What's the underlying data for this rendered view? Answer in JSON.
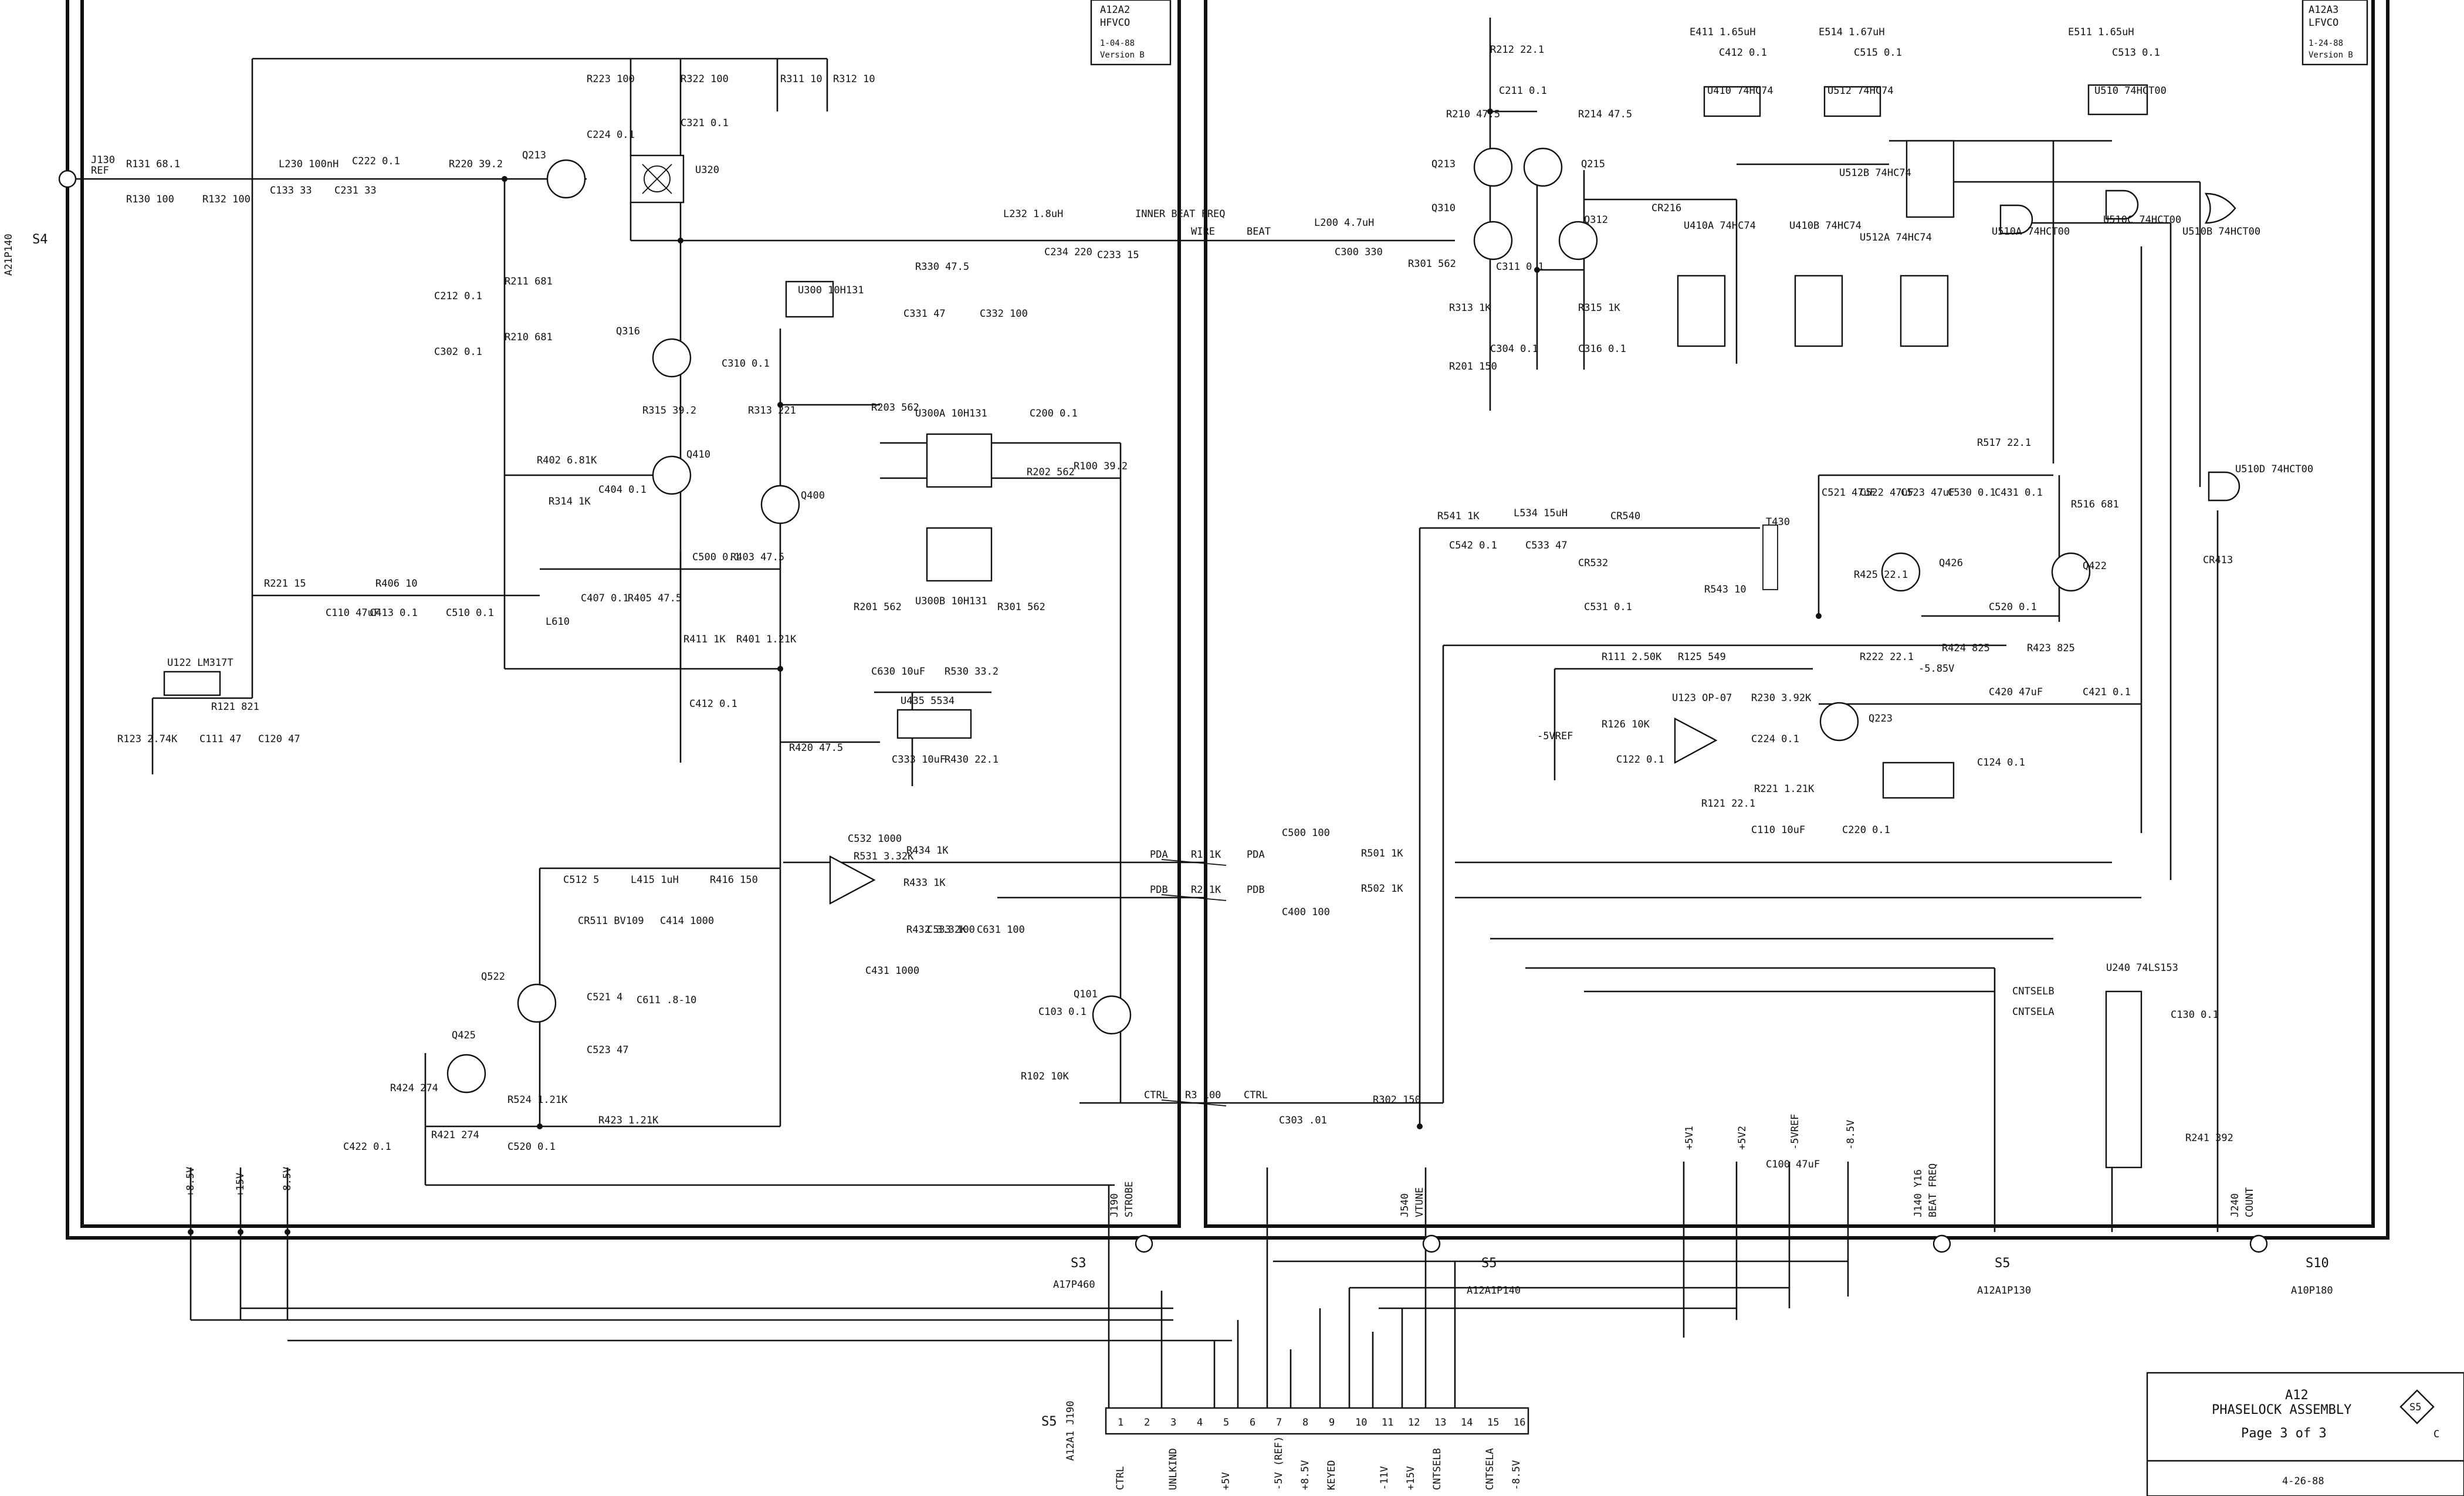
{
  "boards": {
    "left": {
      "name": "A12A2",
      "func": "HFVCO",
      "date": "1-04-88",
      "version": "Version B"
    },
    "right": {
      "name": "A12A3",
      "func": "LFVCO",
      "date": "1-24-88",
      "version": "Version B"
    }
  },
  "title_block": {
    "assembly": "A12",
    "name": "PHASELOCK ASSEMBLY",
    "page": "Page 3 of 3",
    "sheet_tag": "S5",
    "sheet_letter": "C",
    "date": "4-26-88"
  },
  "connectors": {
    "j130": {
      "ref": "J130",
      "name": "REF",
      "plug": "A21P140",
      "tag": "S4"
    },
    "j190": {
      "ref": "J190",
      "name": "STROBE",
      "plug": "A17P460",
      "tag": "S3"
    },
    "j540": {
      "ref": "J540",
      "name": "VTUNE",
      "plug": "A12A1P140",
      "tag": "S5"
    },
    "j140": {
      "ref": "J140 Y16",
      "name": "BEAT FREQ",
      "plug": "A12A1P130",
      "tag": "S5"
    },
    "j240": {
      "ref": "J240",
      "name": "COUNT",
      "plug": "A10P180",
      "tag": "S10"
    },
    "j190b": {
      "ref": "A12A1 J190",
      "tag": "S5"
    }
  },
  "ribbon": {
    "pins": [
      "1",
      "2",
      "3",
      "4",
      "5",
      "6",
      "7",
      "8",
      "9",
      "10",
      "11",
      "12",
      "13",
      "14",
      "15",
      "16"
    ],
    "signals": [
      "CTRL",
      "",
      "UNLKIND",
      "",
      "+5V",
      "",
      "-5V (REF)",
      "+8.5V",
      "KEYED",
      "",
      "-11V",
      "+15V",
      "CNTSELB",
      "",
      "CNTSELA",
      "-8.5V"
    ]
  },
  "rails_left": [
    "+8.5V",
    "+15V",
    "-8.5V"
  ],
  "rails_right": [
    "+5V1",
    "+5V2",
    "-5VREF",
    "-8.5V"
  ],
  "interconnect": {
    "inner": "INNER BEAT FREQ",
    "wire": "WIRE",
    "beat": "BEAT",
    "pda": "PDA",
    "pdb": "PDB",
    "ctrl": "CTRL",
    "r1": "R1 1K",
    "r2": "R2 1K",
    "r3": "R3 100"
  },
  "parts_left": [
    {
      "name": "R131 68.1"
    },
    {
      "name": "R130 100"
    },
    {
      "name": "R132 100"
    },
    {
      "name": "L230 100nH"
    },
    {
      "name": "C133 33"
    },
    {
      "name": "C231 33"
    },
    {
      "name": "C222 0.1"
    },
    {
      "name": "R220 39.2"
    },
    {
      "name": "Q213"
    },
    {
      "name": "U320"
    },
    {
      "name": "R223 100"
    },
    {
      "name": "R322 100"
    },
    {
      "name": "R311 10"
    },
    {
      "name": "R312 10"
    },
    {
      "name": "C224 0.1"
    },
    {
      "name": "C321 0.1"
    },
    {
      "name": "L232 1.8uH"
    },
    {
      "name": "C234 220"
    },
    {
      "name": "C233 15"
    },
    {
      "name": "R330 47.5"
    },
    {
      "name": "U300 10H131"
    },
    {
      "name": "C331 47"
    },
    {
      "name": "C332 100"
    },
    {
      "name": "R211 681"
    },
    {
      "name": "C212 0.1"
    },
    {
      "name": "R210 681"
    },
    {
      "name": "C302 0.1"
    },
    {
      "name": "Q316"
    },
    {
      "name": "R315 39.2"
    },
    {
      "name": "C310 0.1"
    },
    {
      "name": "R313 221"
    },
    {
      "name": "Q410"
    },
    {
      "name": "R402 6.81K"
    },
    {
      "name": "R314 1K"
    },
    {
      "name": "C404 0.1"
    },
    {
      "name": "Q400"
    },
    {
      "name": "U300A 10H131"
    },
    {
      "name": "U300B 10H131"
    },
    {
      "name": "R203 562"
    },
    {
      "name": "R202 562"
    },
    {
      "name": "R201 562"
    },
    {
      "name": "R301 562"
    },
    {
      "name": "C200 0.1"
    },
    {
      "name": "R100 39.2"
    },
    {
      "name": "R221 15"
    },
    {
      "name": "R406 10"
    },
    {
      "name": "C110 47uF"
    },
    {
      "name": "C413 0.1"
    },
    {
      "name": "C510 0.1"
    },
    {
      "name": "L610"
    },
    {
      "name": "C407 0.1"
    },
    {
      "name": "R405 47.5"
    },
    {
      "name": "C500 0.1"
    },
    {
      "name": "R403 47.5"
    },
    {
      "name": "R411 1K"
    },
    {
      "name": "R401 1.21K"
    },
    {
      "name": "C412 0.1"
    },
    {
      "name": "U122 LM317T"
    },
    {
      "name": "R121 821"
    },
    {
      "name": "R123 2.74K"
    },
    {
      "name": "C111 47"
    },
    {
      "name": "C120 47"
    },
    {
      "name": "C630 10uF"
    },
    {
      "name": "R530 33.2"
    },
    {
      "name": "U435 5534"
    },
    {
      "name": "C333 10uF"
    },
    {
      "name": "R430 22.1"
    },
    {
      "name": "R420 47.5"
    },
    {
      "name": "C532 1000"
    },
    {
      "name": "R531 3.32K"
    },
    {
      "name": "R434 1K"
    },
    {
      "name": "R433 1K"
    },
    {
      "name": "R432 3.32K"
    },
    {
      "name": "C533 100"
    },
    {
      "name": "C631 100"
    },
    {
      "name": "C431 1000"
    },
    {
      "name": "C512 5"
    },
    {
      "name": "L415 1uH"
    },
    {
      "name": "R416 150"
    },
    {
      "name": "CR511 BV109"
    },
    {
      "name": "C414 1000"
    },
    {
      "name": "Q522"
    },
    {
      "name": "C521 4"
    },
    {
      "name": "C611 .8-10"
    },
    {
      "name": "C523 47"
    },
    {
      "name": "Q425"
    },
    {
      "name": "R424 274"
    },
    {
      "name": "R421 274"
    },
    {
      "name": "C422 0.1"
    },
    {
      "name": "R524 1.21K"
    },
    {
      "name": "C520 0.1"
    },
    {
      "name": "R423 1.21K"
    },
    {
      "name": "Q101"
    },
    {
      "name": "C103 0.1"
    },
    {
      "name": "R102 10K"
    }
  ],
  "parts_right": [
    {
      "name": "R212 22.1"
    },
    {
      "name": "R210 47.5"
    },
    {
      "name": "C211 0.1"
    },
    {
      "name": "R214 47.5"
    },
    {
      "name": "Q213"
    },
    {
      "name": "Q215"
    },
    {
      "name": "Q310"
    },
    {
      "name": "Q312"
    },
    {
      "name": "CR216"
    },
    {
      "name": "L200 4.7uH"
    },
    {
      "name": "C300 330"
    },
    {
      "name": "R301 562"
    },
    {
      "name": "C311 0.1"
    },
    {
      "name": "R313 1K"
    },
    {
      "name": "R315 1K"
    },
    {
      "name": "C304 0.1"
    },
    {
      "name": "C316 0.1"
    },
    {
      "name": "R201 150"
    },
    {
      "name": "E411 1.65uH"
    },
    {
      "name": "C412 0.1"
    },
    {
      "name": "U410 74HC74"
    },
    {
      "name": "E514 1.67uH"
    },
    {
      "name": "C515 0.1"
    },
    {
      "name": "U512 74HC74"
    },
    {
      "name": "E511 1.65uH"
    },
    {
      "name": "C513 0.1"
    },
    {
      "name": "U510 74HCT00"
    },
    {
      "name": "U512B 74HC74"
    },
    {
      "name": "U510C 74HCT00"
    },
    {
      "name": "U510B 74HCT00"
    },
    {
      "name": "U410A 74HC74"
    },
    {
      "name": "U410B 74HC74"
    },
    {
      "name": "U512A 74HC74"
    },
    {
      "name": "U510A 74HCT00"
    },
    {
      "name": "R517 22.1"
    },
    {
      "name": "C521 47uF"
    },
    {
      "name": "C522 47uF"
    },
    {
      "name": "C523 47uF"
    },
    {
      "name": "C530 0.1"
    },
    {
      "name": "C431 0.1"
    },
    {
      "name": "R516 681"
    },
    {
      "name": "U510D 74HCT00"
    },
    {
      "name": "CR413"
    },
    {
      "name": "R541 1K"
    },
    {
      "name": "L534 15uH"
    },
    {
      "name": "CR540"
    },
    {
      "name": "T430"
    },
    {
      "name": "C542 0.1"
    },
    {
      "name": "C533 47"
    },
    {
      "name": "CR532"
    },
    {
      "name": "C531 0.1"
    },
    {
      "name": "R543 10"
    },
    {
      "name": "R425 22.1"
    },
    {
      "name": "Q426"
    },
    {
      "name": "Q422"
    },
    {
      "name": "C520 0.1"
    },
    {
      "name": "R424 825"
    },
    {
      "name": "R423 825"
    },
    {
      "name": "C420 47uF"
    },
    {
      "name": "C421 0.1"
    },
    {
      "name": "R111 2.50K"
    },
    {
      "name": "R125 549"
    },
    {
      "name": "R222 22.1"
    },
    {
      "name": "U123 OP-07"
    },
    {
      "name": "R230 3.92K"
    },
    {
      "name": "Q223"
    },
    {
      "name": "R126 10K"
    },
    {
      "name": "C122 0.1"
    },
    {
      "name": "C224 0.1"
    },
    {
      "name": "R221 1.21K"
    },
    {
      "name": "C124 0.1"
    },
    {
      "name": "R121 22.1"
    },
    {
      "name": "C110 10uF"
    },
    {
      "name": "C220 0.1"
    },
    {
      "name": "C500 100"
    },
    {
      "name": "C400 100"
    },
    {
      "name": "R501 1K"
    },
    {
      "name": "R502 1K"
    },
    {
      "name": "C303 .01"
    },
    {
      "name": "R302 150"
    },
    {
      "name": "U240 74LS153"
    },
    {
      "name": "C130 0.1"
    },
    {
      "name": "R241 392"
    },
    {
      "name": "C100 47uF"
    }
  ],
  "signals_right": {
    "cntselb": "CNTSELB",
    "cntsela": "CNTSELA",
    "vref": "-5VREF",
    "rail_neg": "-5.85V"
  }
}
